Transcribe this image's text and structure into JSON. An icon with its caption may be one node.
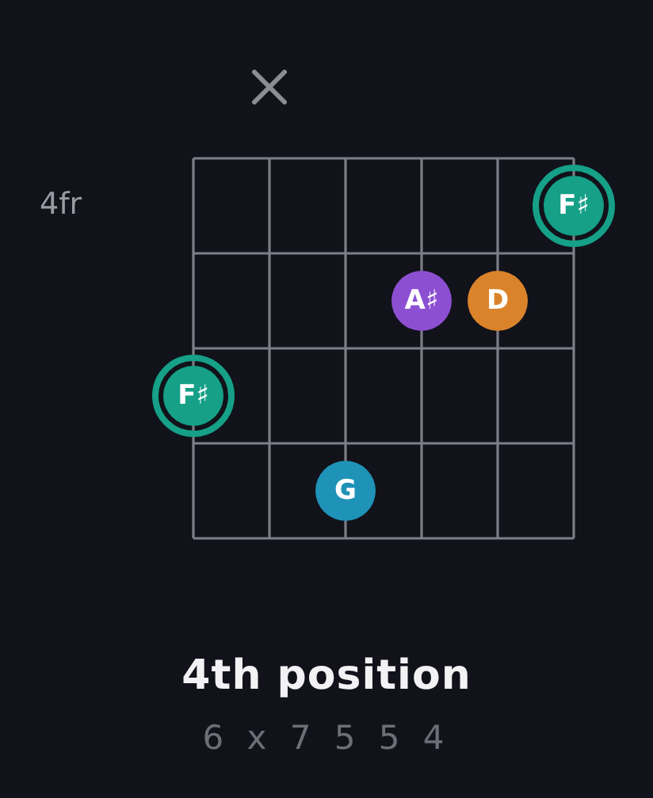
{
  "diagram": {
    "title": "4th position",
    "caption": "6 x 7 5 5 4",
    "nodes": [
      {
        "text": [
          "F♯"
        ]
      },
      {
        "text": [
          "A♯"
        ]
      },
      {
        "text": [
          "D"
        ]
      },
      {
        "text": [
          "F♯"
        ]
      },
      {
        "text": [
          "G"
        ]
      }
    ],
    "labels": [
      "4fr"
    ]
  }
}
